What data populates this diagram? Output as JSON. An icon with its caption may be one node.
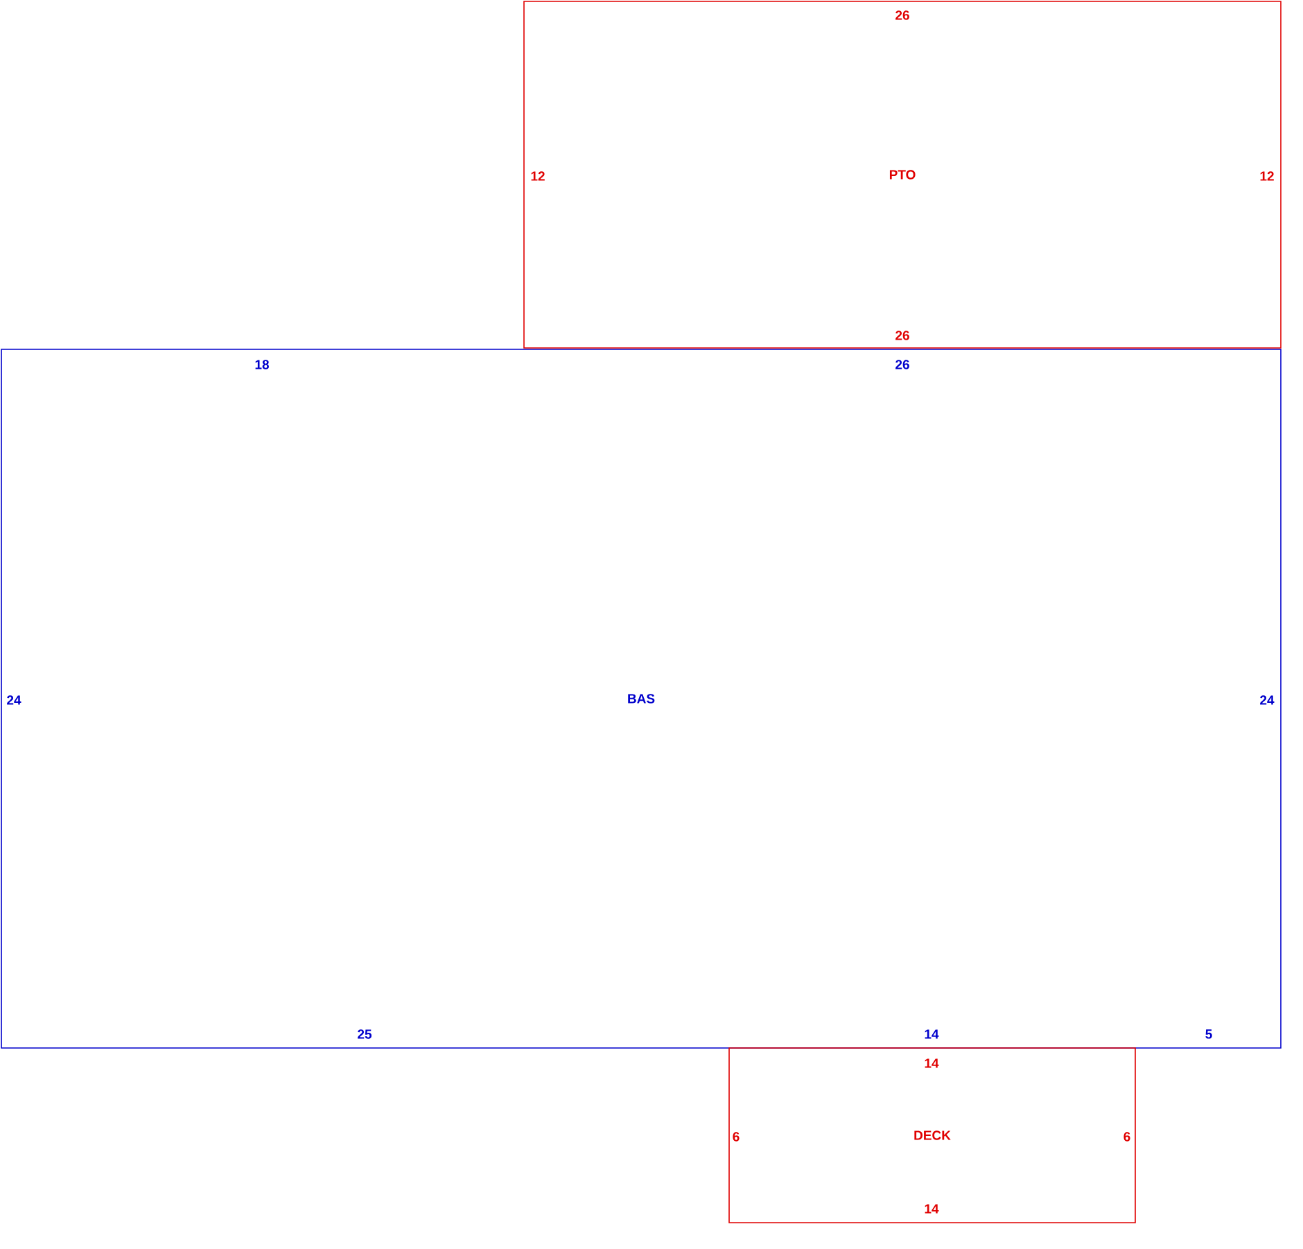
{
  "diagram": {
    "nodes": [
      {
        "text": [
          "PTO"
        ]
      },
      {
        "text": [
          "BAS"
        ]
      },
      {
        "text": [
          "DECK"
        ]
      }
    ],
    "labels": [
      "26",
      "12",
      "12",
      "26",
      "18",
      "26",
      "24",
      "24",
      "25",
      "14",
      "5",
      "14",
      "6",
      "6",
      "14"
    ]
  }
}
